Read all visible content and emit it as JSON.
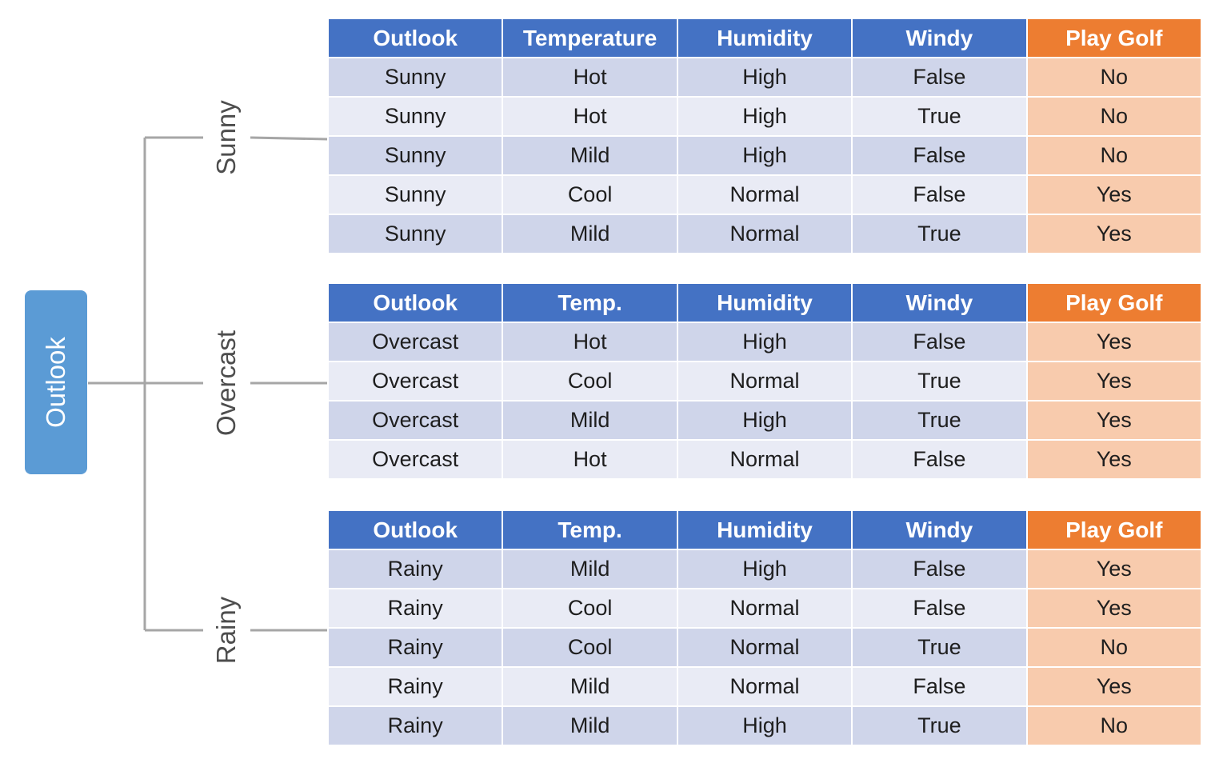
{
  "root": {
    "label": "Outlook"
  },
  "target_column": "Play Golf",
  "colors": {
    "root_node": "#5b9bd5",
    "connector": "#a6a6a6",
    "header": "#4472c4",
    "target_header": "#ed7d31",
    "row_dark": "#cfd5ea",
    "row_light": "#e9ebf5",
    "target_cell": "#f8cbad"
  },
  "branches": [
    {
      "label": "Sunny",
      "headers": [
        "Outlook",
        "Temperature",
        "Humidity",
        "Windy",
        "Play Golf"
      ],
      "rows": [
        [
          "Sunny",
          "Hot",
          "High",
          "False",
          "No"
        ],
        [
          "Sunny",
          "Hot",
          "High",
          "True",
          "No"
        ],
        [
          "Sunny",
          "Mild",
          "High",
          "False",
          "No"
        ],
        [
          "Sunny",
          "Cool",
          "Normal",
          "False",
          "Yes"
        ],
        [
          "Sunny",
          "Mild",
          "Normal",
          "True",
          "Yes"
        ]
      ]
    },
    {
      "label": "Overcast",
      "headers": [
        "Outlook",
        "Temp.",
        "Humidity",
        "Windy",
        "Play Golf"
      ],
      "rows": [
        [
          "Overcast",
          "Hot",
          "High",
          "False",
          "Yes"
        ],
        [
          "Overcast",
          "Cool",
          "Normal",
          "True",
          "Yes"
        ],
        [
          "Overcast",
          "Mild",
          "High",
          "True",
          "Yes"
        ],
        [
          "Overcast",
          "Hot",
          "Normal",
          "False",
          "Yes"
        ]
      ]
    },
    {
      "label": "Rainy",
      "headers": [
        "Outlook",
        "Temp.",
        "Humidity",
        "Windy",
        "Play Golf"
      ],
      "rows": [
        [
          "Rainy",
          "Mild",
          "High",
          "False",
          "Yes"
        ],
        [
          "Rainy",
          "Cool",
          "Normal",
          "False",
          "Yes"
        ],
        [
          "Rainy",
          "Cool",
          "Normal",
          "True",
          "No"
        ],
        [
          "Rainy",
          "Mild",
          "Normal",
          "False",
          "Yes"
        ],
        [
          "Rainy",
          "Mild",
          "High",
          "True",
          "No"
        ]
      ]
    }
  ]
}
